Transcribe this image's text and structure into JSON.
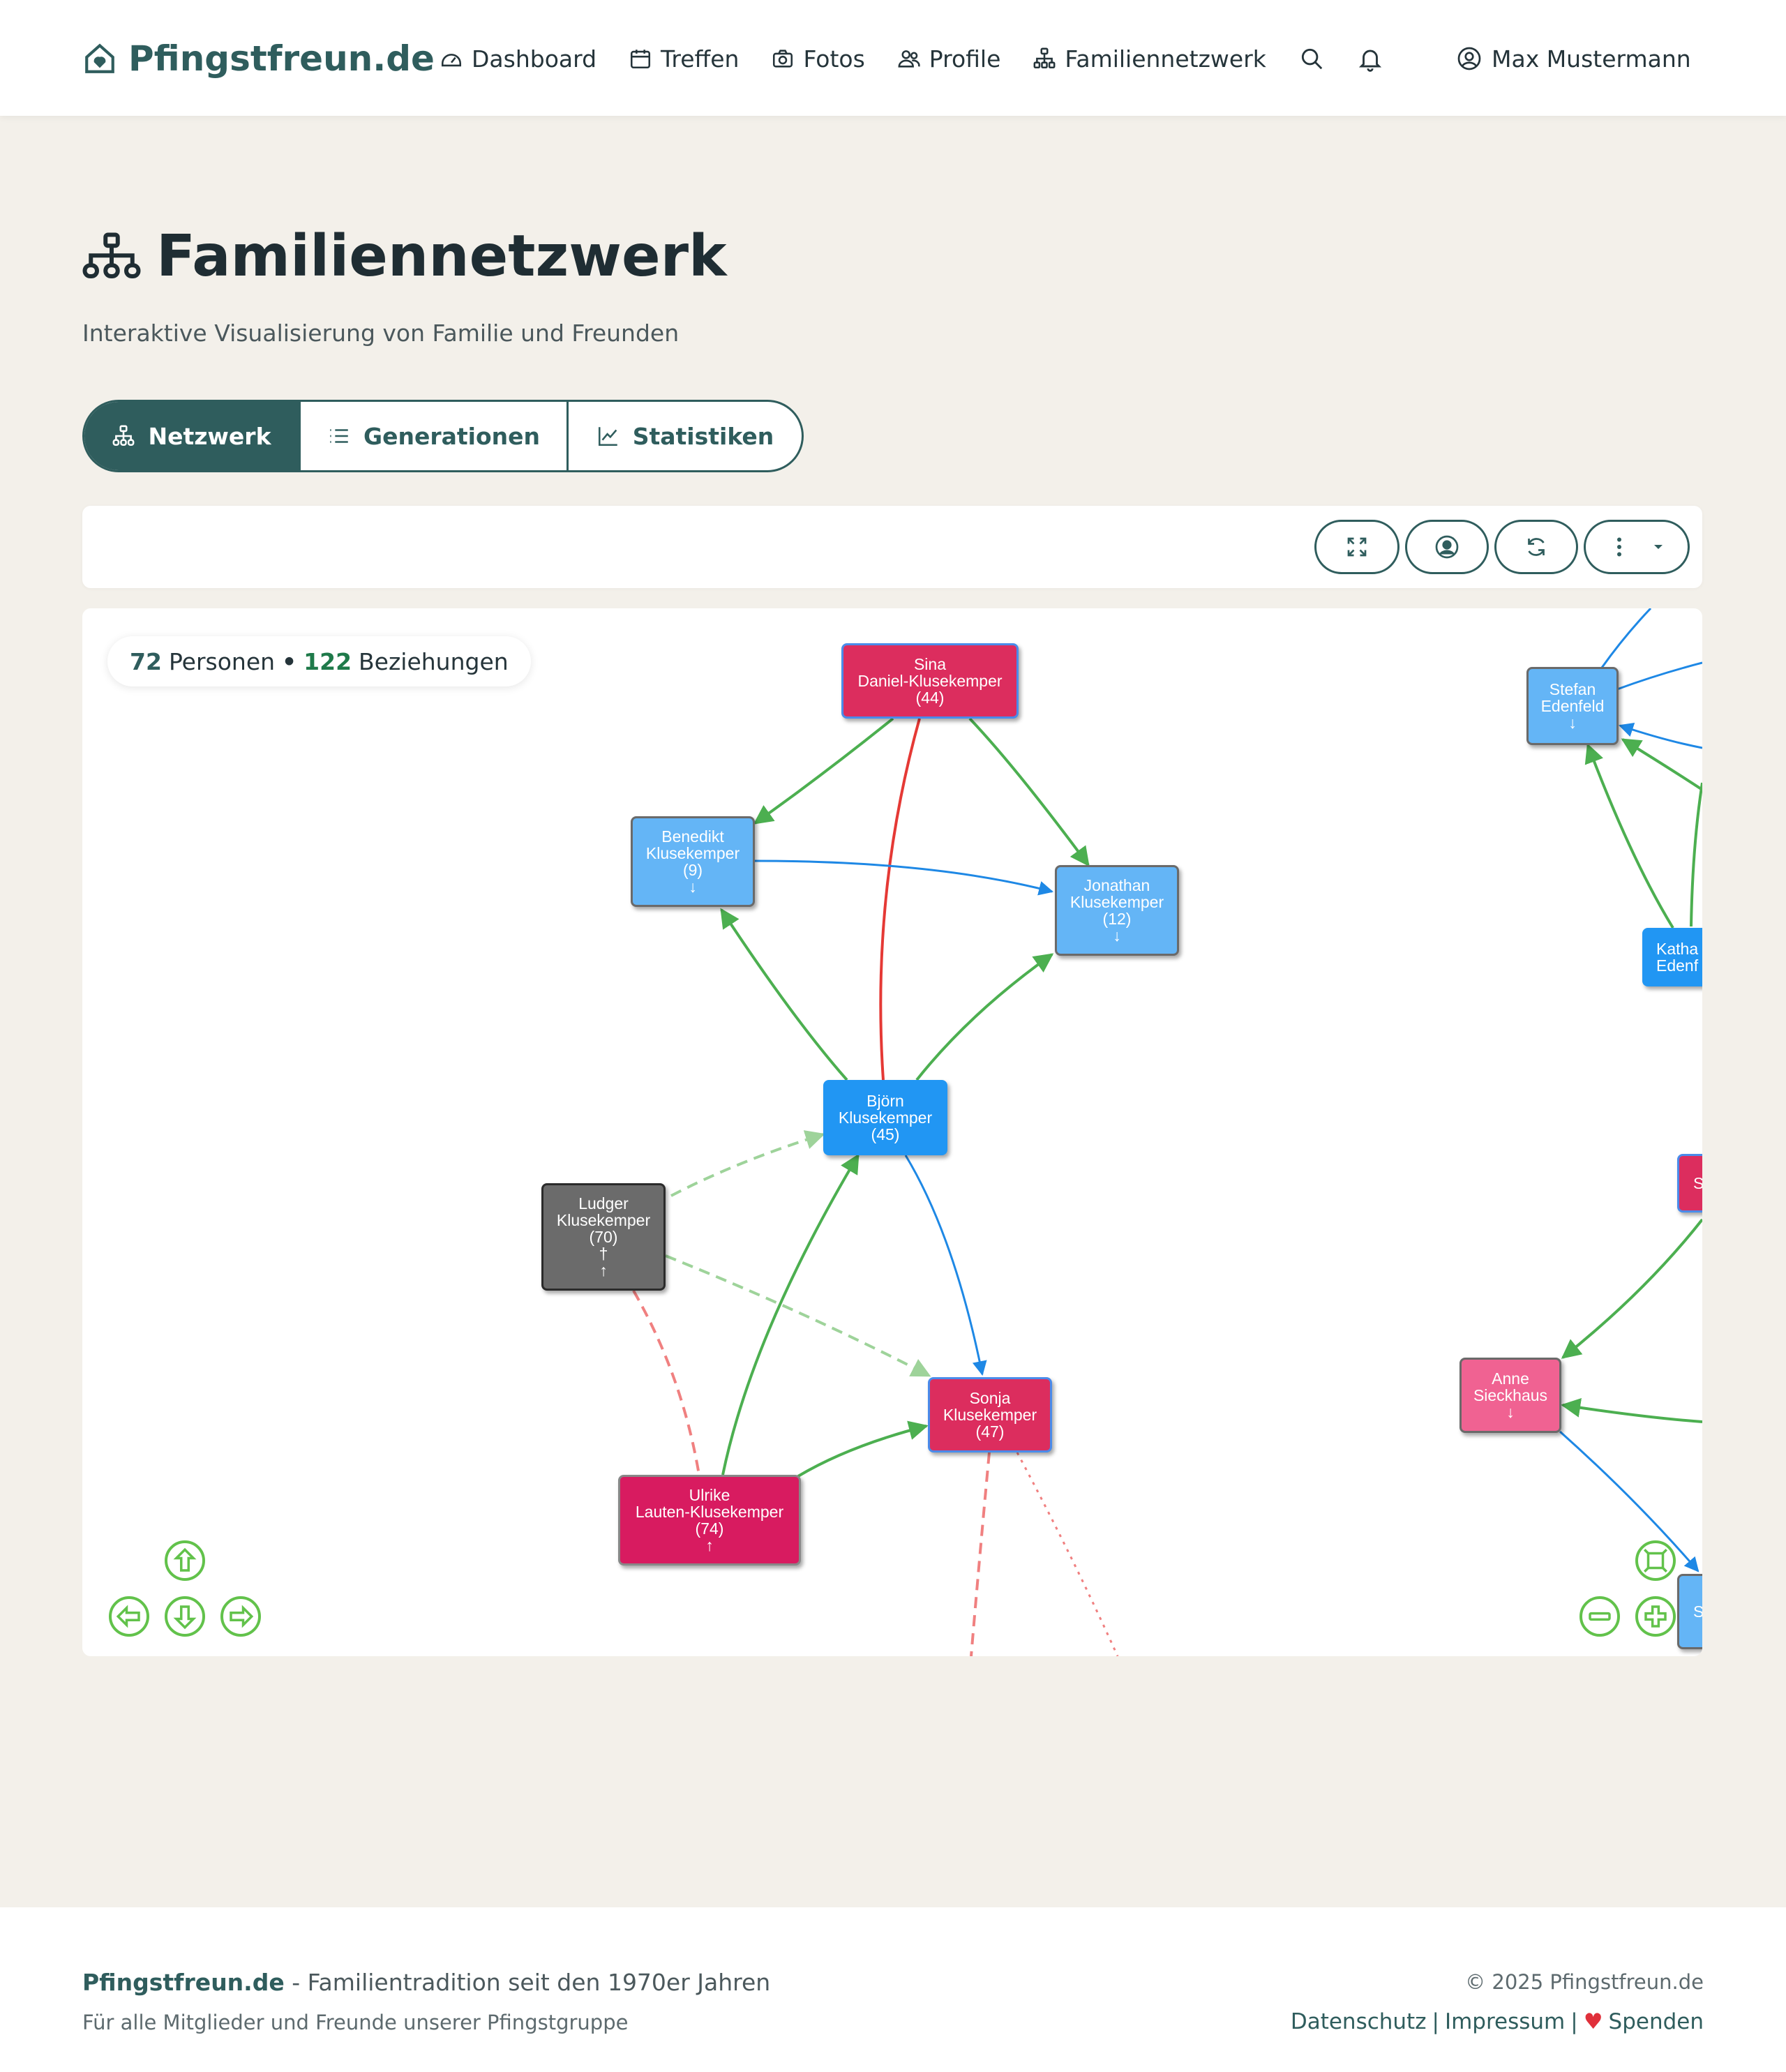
{
  "app": {
    "brand": "Pfingstfreun.de"
  },
  "nav": {
    "items": [
      {
        "label": "Dashboard",
        "icon": "dashboard-icon"
      },
      {
        "label": "Treffen",
        "icon": "calendar-icon"
      },
      {
        "label": "Fotos",
        "icon": "camera-icon"
      },
      {
        "label": "Profile",
        "icon": "people-icon"
      },
      {
        "label": "Familiennetzwerk",
        "icon": "network-icon"
      }
    ],
    "user": "Max Mustermann"
  },
  "page": {
    "title": "Familiennetzwerk",
    "subtitle": "Interaktive Visualisierung von Familie und Freunden"
  },
  "tabs": [
    {
      "label": "Netzwerk",
      "active": true
    },
    {
      "label": "Generationen",
      "active": false
    },
    {
      "label": "Statistiken",
      "active": false
    }
  ],
  "stats": {
    "persons": "72",
    "persons_label": "Personen",
    "sep": "•",
    "relations": "122",
    "relations_label": "Beziehungen"
  },
  "nodes": [
    {
      "id": "sina",
      "lines": [
        "Sina",
        "Daniel-Klusekemper",
        "(44)"
      ]
    },
    {
      "id": "benedikt",
      "lines": [
        "Benedikt",
        "Klusekemper",
        "(9)",
        "↓"
      ]
    },
    {
      "id": "jonathan",
      "lines": [
        "Jonathan",
        "Klusekemper",
        "(12)",
        "↓"
      ]
    },
    {
      "id": "bjoern",
      "lines": [
        "Björn",
        "Klusekemper",
        "(45)"
      ]
    },
    {
      "id": "ludger",
      "lines": [
        "Ludger",
        "Klusekemper",
        "(70)",
        "†",
        "↑"
      ]
    },
    {
      "id": "sonja",
      "lines": [
        "Sonja",
        "Klusekemper",
        "(47)"
      ]
    },
    {
      "id": "ulrike",
      "lines": [
        "Ulrike",
        "Lauten-Klusekemper",
        "(74)",
        "↑"
      ]
    },
    {
      "id": "stefan",
      "lines": [
        "Stefan",
        "Edenfeld",
        "↓"
      ]
    },
    {
      "id": "katha",
      "lines": [
        "Katha",
        "Edenf"
      ]
    },
    {
      "id": "s1",
      "lines": [
        "S"
      ]
    },
    {
      "id": "anne",
      "lines": [
        "Anne",
        "Sieckhaus",
        "↓"
      ]
    },
    {
      "id": "s2",
      "lines": [
        "S"
      ]
    }
  ],
  "colors": {
    "primary": "#2f5d5d",
    "parent_edge": "#4caf50",
    "partner_edge": "#e53935",
    "sibling_edge": "#1e88e5",
    "female": "#dc2d5e",
    "male": "#64b5f6"
  },
  "footer": {
    "brand": "Pfingstfreun.de",
    "tagline": " - Familientradition seit den 1970er Jahren",
    "sub": "Für alle Mitglieder und Freunde unserer Pfingstgruppe",
    "copyright": "© 2025 Pfingstfreun.de",
    "link1": "Datenschutz",
    "sep": "|",
    "link2": "Impressum",
    "link3": "Spenden"
  }
}
